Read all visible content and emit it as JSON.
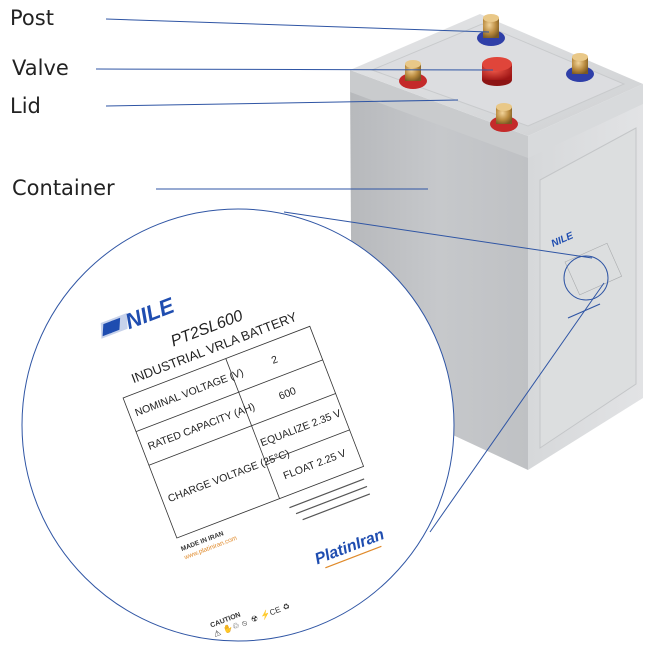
{
  "callouts": [
    {
      "label": "Post"
    },
    {
      "label": "Valve"
    },
    {
      "label": "Lid"
    },
    {
      "label": "Container"
    }
  ],
  "label": {
    "brand": "NILE",
    "model": "PT2SL600",
    "product": "INDUSTRIAL VRLA BATTERY",
    "spec_rows": [
      {
        "name": "NOMINAL VOLTAGE (V)",
        "value": "2"
      },
      {
        "name": "RATED CAPACITY (AH)",
        "value": "600"
      },
      {
        "name": "CHARGE VOLTAGE (25°C)",
        "value": "EQUALIZE  2.35 V",
        "value2": "FLOAT  2.25 V"
      }
    ],
    "made_in": "MADE IN IRAN",
    "website": "www.platiniran.com",
    "maker_brand": "PlatinIran",
    "maker_tagline": "",
    "caution": "CAUTION",
    "hazard_symbols": [
      "⚠",
      "✋",
      "♲",
      "⦸",
      "☢",
      "⚡",
      "CE",
      "♻"
    ]
  },
  "colors": {
    "leader_line": "#2f55a4",
    "post_positive": "#c42a2a",
    "post_negative": "#2f3fa8",
    "valve": "#c41f1f",
    "brand_blue": "#1f4db0",
    "accent_orange": "#e08a2a"
  }
}
